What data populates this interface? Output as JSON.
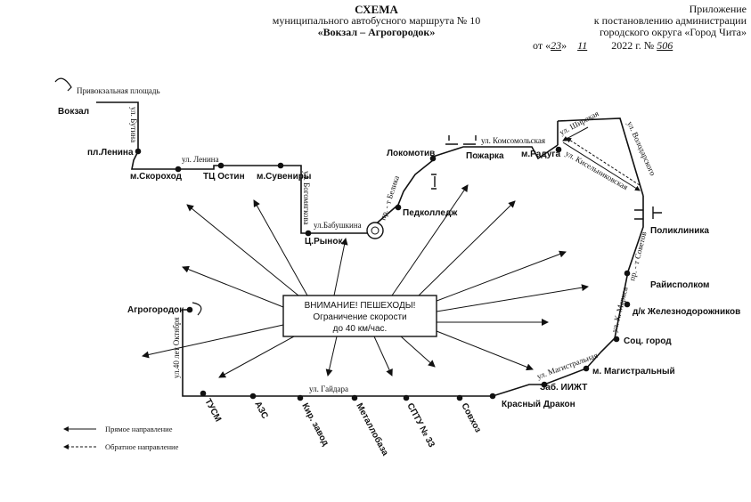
{
  "header": {
    "title": "СХЕМА",
    "subtitle": "муниципального автобусного маршрута № 10",
    "route_name": "«Вокзал – Агрогородок»",
    "appendix": "Приложение",
    "appendix_line2": "к постановлению администрации",
    "appendix_line3": "городского округа «Город Чита»",
    "decree_prefix": "от «",
    "decree_day": "23",
    "decree_mid": "»",
    "decree_month": "11",
    "decree_year": "2022 г. №",
    "decree_number": "506"
  },
  "stops": {
    "vokzal": "Вокзал",
    "lenina": "пл.Ленина",
    "skorokhod": "м.Скороход",
    "ostin": "ТЦ Остин",
    "suveniry": "м.Сувениры",
    "rynok": "Ц.Рынок",
    "pedkolledzh": "Педколледж",
    "lokomotiv": "Локомотив",
    "pozharka": "Пожарка",
    "raduga": "м.Радуга",
    "poliklinika": "Поликлиника",
    "raiispolkom": "Райисполком",
    "dk": "д/к Железнодорожников",
    "sots_gorod": "Соц. город",
    "magistralny": "м. Магистральный",
    "zab_iizht": "Заб. ИИЖТ",
    "krasny_drakon": "Красный Дракон",
    "sovkhoz": "Совхоз",
    "sptu": "СПТУ № 33",
    "metallobaza": "Металлобаза",
    "kir_zavod": "Кир. завод",
    "azs": "АЗС",
    "tusm": "ТУСМ",
    "agrogorodok": "Агрогородок"
  },
  "streets": {
    "privokzalnaya": "Привокзальная площадь",
    "butina": "ул. Бутина",
    "lenina": "ул. Ленина",
    "bogomyagkova": "ул. Богомягкова",
    "babushkina": "ул.Бабушкина",
    "belika": "пр. - т Белика",
    "komsomolskaya": "ул. Комсомольская",
    "shirokaya": "ул. Широкая",
    "volodarskogo": "ул. Володарского",
    "kiselnikovskaya": "ул. Кисельниковская",
    "sovetov": "пр. - т Советов",
    "k_marksa": "ул. К. Маркса",
    "magistralnaya": "ул. Магистральная",
    "gaidara": "ул. Гайдара",
    "let40": "ул.40 лет Октября"
  },
  "warning": {
    "line1": "ВНИМАНИЕ! ПЕШЕХОДЫ!",
    "line2": "Ограничение скорости",
    "line3": "до 40 км/час."
  },
  "legend": {
    "forward": "Прямое направление",
    "reverse": "Обратное направление"
  },
  "colors": {
    "ink": "#111111",
    "background": "#ffffff"
  }
}
